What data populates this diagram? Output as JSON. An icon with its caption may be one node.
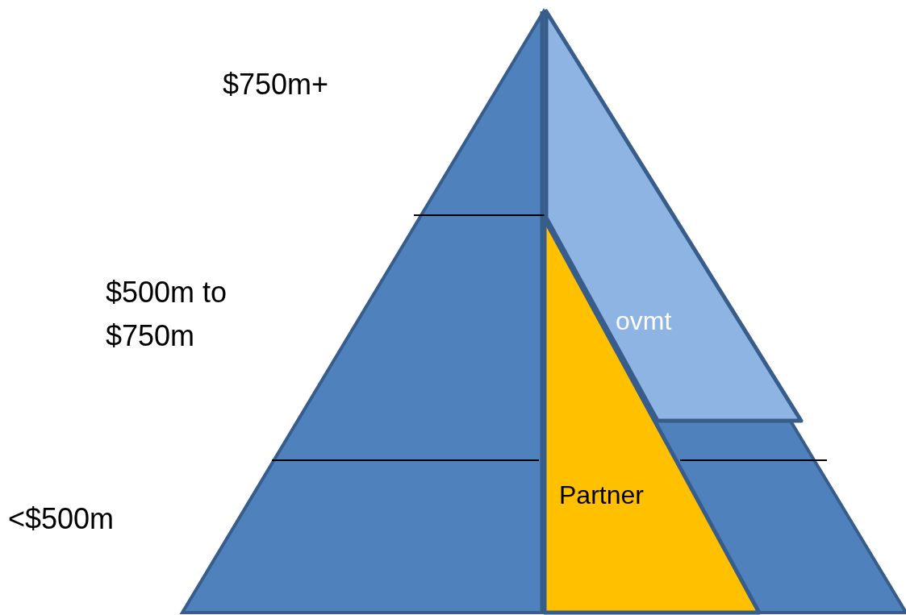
{
  "diagram": {
    "nodes": [
      {
        "text": [
          "ovmt"
        ]
      },
      {
        "text": [
          "Partner"
        ]
      }
    ],
    "labels": [
      "$750m+",
      "$500m to $750m",
      "<$500m"
    ]
  }
}
